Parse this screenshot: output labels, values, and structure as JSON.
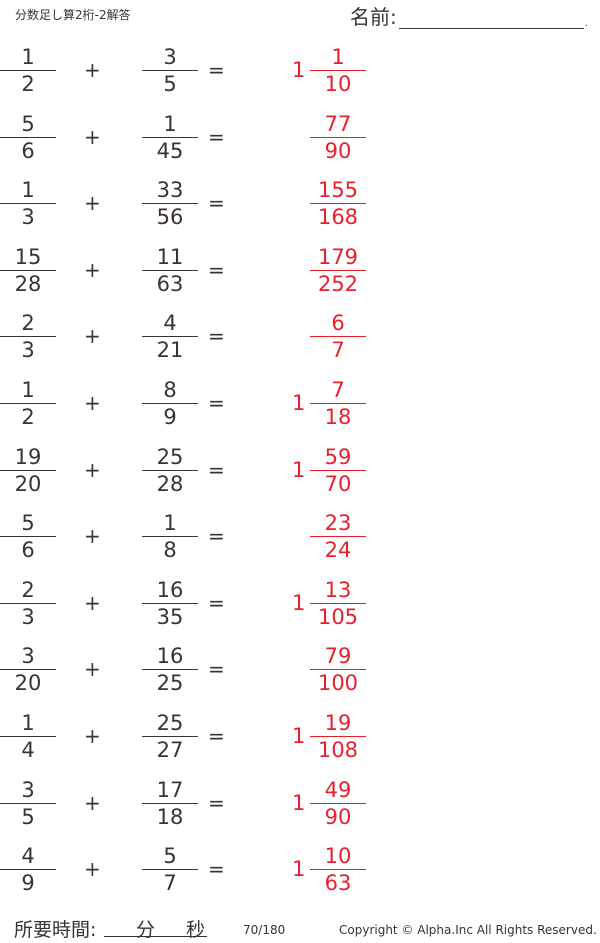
{
  "header": {
    "title": "分数足し算2桁-2解答",
    "name_label": "名前:",
    "name_end": "."
  },
  "problems": [
    {
      "a": {
        "num": "1",
        "den": "2"
      },
      "b": {
        "num": "3",
        "den": "5"
      },
      "answer": {
        "whole": "1",
        "num": "1",
        "den": "10"
      }
    },
    {
      "a": {
        "num": "5",
        "den": "6"
      },
      "b": {
        "num": "1",
        "den": "45"
      },
      "answer": {
        "whole": "",
        "num": "77",
        "den": "90"
      }
    },
    {
      "a": {
        "num": "1",
        "den": "3"
      },
      "b": {
        "num": "33",
        "den": "56"
      },
      "answer": {
        "whole": "",
        "num": "155",
        "den": "168"
      }
    },
    {
      "a": {
        "num": "15",
        "den": "28"
      },
      "b": {
        "num": "11",
        "den": "63"
      },
      "answer": {
        "whole": "",
        "num": "179",
        "den": "252"
      }
    },
    {
      "a": {
        "num": "2",
        "den": "3"
      },
      "b": {
        "num": "4",
        "den": "21"
      },
      "answer": {
        "whole": "",
        "num": "6",
        "den": "7"
      }
    },
    {
      "a": {
        "num": "1",
        "den": "2"
      },
      "b": {
        "num": "8",
        "den": "9"
      },
      "answer": {
        "whole": "1",
        "num": "7",
        "den": "18"
      }
    },
    {
      "a": {
        "num": "19",
        "den": "20"
      },
      "b": {
        "num": "25",
        "den": "28"
      },
      "answer": {
        "whole": "1",
        "num": "59",
        "den": "70"
      }
    },
    {
      "a": {
        "num": "5",
        "den": "6"
      },
      "b": {
        "num": "1",
        "den": "8"
      },
      "answer": {
        "whole": "",
        "num": "23",
        "den": "24"
      }
    },
    {
      "a": {
        "num": "2",
        "den": "3"
      },
      "b": {
        "num": "16",
        "den": "35"
      },
      "answer": {
        "whole": "1",
        "num": "13",
        "den": "105"
      }
    },
    {
      "a": {
        "num": "3",
        "den": "20"
      },
      "b": {
        "num": "16",
        "den": "25"
      },
      "answer": {
        "whole": "",
        "num": "79",
        "den": "100"
      }
    },
    {
      "a": {
        "num": "1",
        "den": "4"
      },
      "b": {
        "num": "25",
        "den": "27"
      },
      "answer": {
        "whole": "1",
        "num": "19",
        "den": "108"
      }
    },
    {
      "a": {
        "num": "3",
        "den": "5"
      },
      "b": {
        "num": "17",
        "den": "18"
      },
      "answer": {
        "whole": "1",
        "num": "49",
        "den": "90"
      }
    },
    {
      "a": {
        "num": "4",
        "den": "9"
      },
      "b": {
        "num": "5",
        "den": "7"
      },
      "answer": {
        "whole": "1",
        "num": "10",
        "den": "63"
      }
    }
  ],
  "symbols": {
    "plus": "+",
    "equals": "="
  },
  "colors": {
    "text": "#3a3330",
    "answer": "#e8202e"
  },
  "footer": {
    "time_label": "所要時間:",
    "minutes_unit": "分",
    "seconds_unit": "秒",
    "page": "70/180",
    "copyright": "Copyright ©  Alpha.Inc All Rights Reserved."
  }
}
